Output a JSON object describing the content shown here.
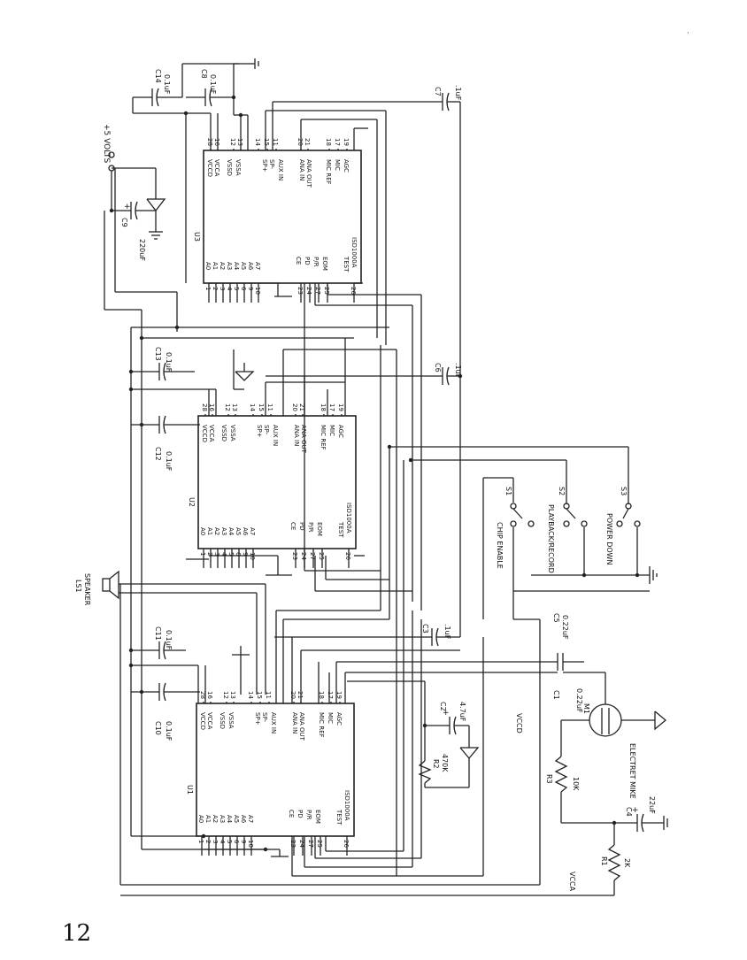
{
  "page": {
    "number": "12"
  },
  "supply": {
    "label": "+5 VOLTS"
  },
  "nets": {
    "vccd": "VCCD",
    "vcca": "VCCA"
  },
  "chip": {
    "part": "ISD1000A",
    "left_pins": [
      "VCCD",
      "VCCA",
      "VSSD",
      "VSSA",
      "SP+",
      "SP-",
      "AUX IN"
    ],
    "mid_pins": [
      "ANA IN",
      "ANA OUT",
      "MIC REF",
      "MIC",
      "AGC"
    ],
    "top_nums": [
      "28",
      "16",
      "12",
      "13",
      "14",
      "15",
      "11",
      "20",
      "21",
      "18",
      "17",
      "19"
    ],
    "addr_pins": [
      "A0",
      "A1",
      "A2",
      "A3",
      "A4",
      "A5",
      "A6",
      "A7"
    ],
    "ctrl_pins": [
      "CE",
      "PD",
      "P/R",
      "EOM",
      "TEST"
    ],
    "bottom_nums": [
      "1",
      "2",
      "3",
      "4",
      "5",
      "6",
      "9",
      "10",
      "23",
      "24",
      "27",
      "25",
      "26"
    ]
  },
  "chips": [
    {
      "ref": "U3"
    },
    {
      "ref": "U2"
    },
    {
      "ref": "U1"
    }
  ],
  "components": {
    "c14": {
      "ref": "C14",
      "value": "0.1uF"
    },
    "c8": {
      "ref": "C8",
      "value": "0.1uF"
    },
    "c7": {
      "ref": "C7",
      "value": ".1uF"
    },
    "c9": {
      "ref": "C9",
      "value": "220uF",
      "polarity": "+"
    },
    "c13": {
      "ref": "C13",
      "value": "0.1uF"
    },
    "c6": {
      "ref": "C6",
      "value": ".1uF"
    },
    "c12": {
      "ref": "C12",
      "value": "0.1uF"
    },
    "c11": {
      "ref": "C11",
      "value": "0.1uF"
    },
    "c3": {
      "ref": "C3",
      "value": ".1uF"
    },
    "c5": {
      "ref": "C5",
      "value": "0.22uF"
    },
    "c10": {
      "ref": "C10",
      "value": "0.1uF"
    },
    "c2": {
      "ref": "C2",
      "value": "4.7uF",
      "polarity": "+"
    },
    "c1": {
      "ref": "C1",
      "value": "0.22uF"
    },
    "r2": {
      "ref": "R2",
      "value": "470K"
    },
    "r3": {
      "ref": "R3",
      "value": "10K"
    },
    "r1": {
      "ref": "R1",
      "value": "2K"
    },
    "c4": {
      "ref": "C4",
      "value": "22uF",
      "polarity": "+"
    },
    "ls1": {
      "ref": "LS1",
      "name": "SPEAKER"
    },
    "m1": {
      "ref": "M1",
      "name": "ELECTRET MIKE"
    }
  },
  "switches": [
    {
      "ref": "S1",
      "function": "CHIP ENABLE"
    },
    {
      "ref": "S2",
      "function": "PLAYBACK/RECORD"
    },
    {
      "ref": "S3",
      "function": "POWER DOWN"
    }
  ]
}
